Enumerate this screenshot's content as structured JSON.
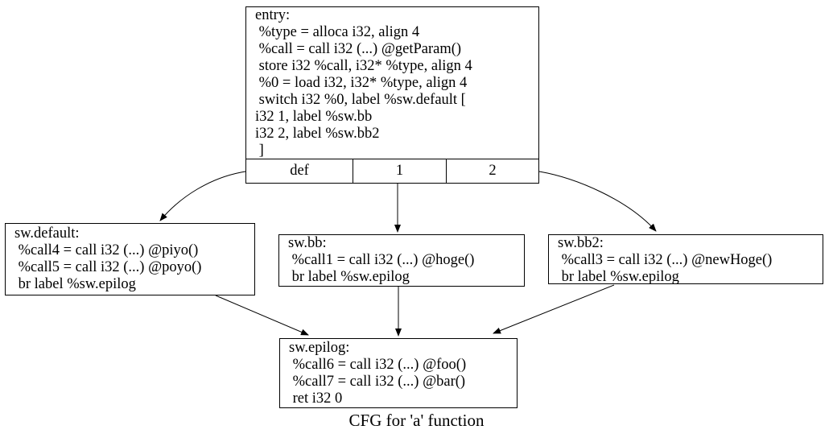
{
  "diagram": {
    "caption": "CFG for 'a' function",
    "colors": {
      "background": "#ffffff",
      "node_fill": "#ffffff",
      "node_border": "#000000",
      "edge": "#000000",
      "text": "#000000"
    },
    "nodes": [
      {
        "id": "entry",
        "lines": [
          "entry:",
          " %type = alloca i32, align 4",
          " %call = call i32 (...) @getParam()",
          " store i32 %call, i32* %type, align 4",
          " %0 = load i32, i32* %type, align 4",
          " switch i32 %0, label %sw.default [",
          "i32 1, label %sw.bb",
          "i32 2, label %sw.bb2",
          " ]"
        ],
        "ports": [
          "def",
          "1",
          "2"
        ]
      },
      {
        "id": "sw.default",
        "lines": [
          "sw.default:",
          " %call4 = call i32 (...) @piyo()",
          " %call5 = call i32 (...) @poyo()",
          " br label %sw.epilog"
        ]
      },
      {
        "id": "sw.bb",
        "lines": [
          "sw.bb:",
          " %call1 = call i32 (...) @hoge()",
          " br label %sw.epilog"
        ]
      },
      {
        "id": "sw.bb2",
        "lines": [
          "sw.bb2:",
          " %call3 = call i32 (...) @newHoge()",
          " br label %sw.epilog"
        ]
      },
      {
        "id": "sw.epilog",
        "lines": [
          "sw.epilog:",
          " %call6 = call i32 (...) @foo()",
          " %call7 = call i32 (...) @bar()",
          " ret i32 0"
        ]
      }
    ],
    "edges": [
      {
        "from": "entry",
        "port": "def",
        "to": "sw.default"
      },
      {
        "from": "entry",
        "port": "1",
        "to": "sw.bb"
      },
      {
        "from": "entry",
        "port": "2",
        "to": "sw.bb2"
      },
      {
        "from": "sw.default",
        "to": "sw.epilog"
      },
      {
        "from": "sw.bb",
        "to": "sw.epilog"
      },
      {
        "from": "sw.bb2",
        "to": "sw.epilog"
      }
    ]
  }
}
